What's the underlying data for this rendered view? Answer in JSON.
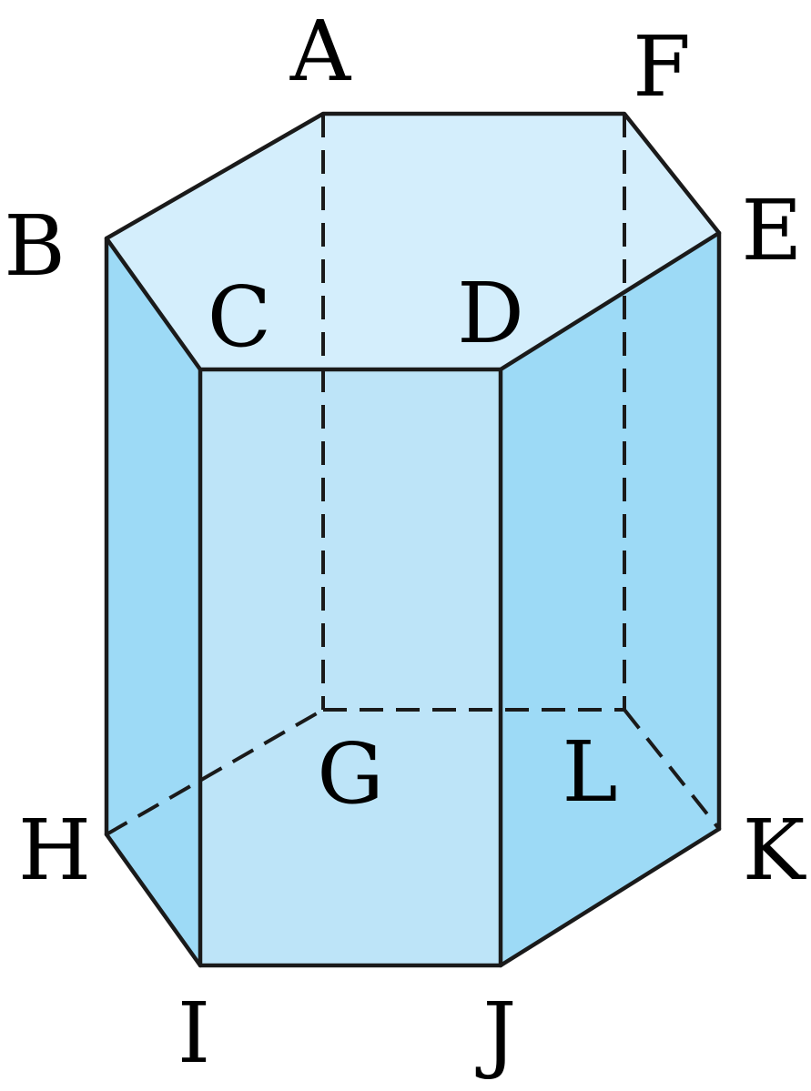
{
  "colors": {
    "top_face": "#d4eefc",
    "left_face": "#9ddaf6",
    "front_face": "#bde4f8",
    "right_face": "#9ddaf6",
    "edge": "#1a1a1a",
    "background": "#ffffff"
  },
  "labels": {
    "A": "A",
    "B": "B",
    "C": "C",
    "D": "D",
    "E": "E",
    "F": "F",
    "G": "G",
    "H": "H",
    "I": "I",
    "J": "J",
    "K": "K",
    "L": "L"
  }
}
